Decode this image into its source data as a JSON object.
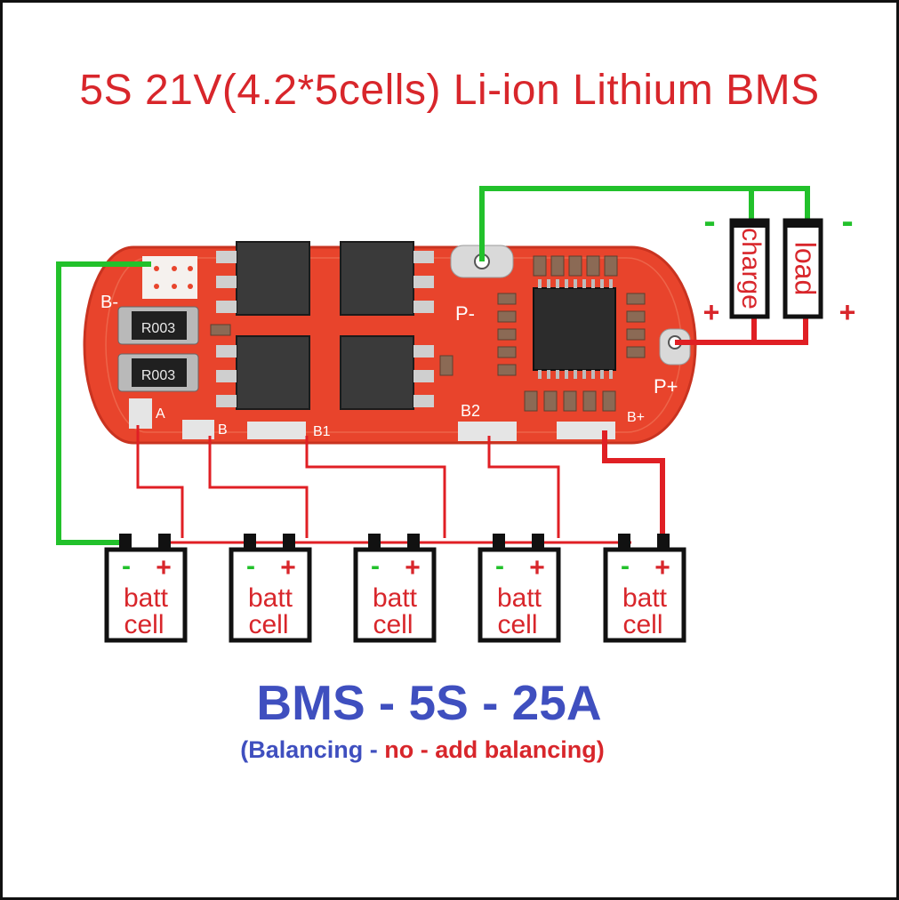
{
  "title": "5S 21V(4.2*5cells) Li-ion Lithium BMS",
  "board": {
    "pads": {
      "b_minus": "B-",
      "a": "A",
      "b": "B",
      "b1": "B1",
      "b2": "B2",
      "b_plus": "B+",
      "p_minus": "P-",
      "p_plus": "P+"
    },
    "resistor_code": "R003"
  },
  "outputs": {
    "charge_label": "charge",
    "load_label": "load",
    "minus": "-",
    "plus": "+"
  },
  "cells": [
    {
      "line1": "batt",
      "line2": "cell",
      "minus": "-",
      "plus": "+"
    },
    {
      "line1": "batt",
      "line2": "cell",
      "minus": "-",
      "plus": "+"
    },
    {
      "line1": "batt",
      "line2": "cell",
      "minus": "-",
      "plus": "+"
    },
    {
      "line1": "batt",
      "line2": "cell",
      "minus": "-",
      "plus": "+"
    },
    {
      "line1": "batt",
      "line2": "cell",
      "minus": "-",
      "plus": "+"
    }
  ],
  "footer": {
    "main": "BMS - 5S - 25A",
    "note_a": "(Balancing -",
    "note_b": "no - add balancing)"
  },
  "colors": {
    "title": "#d8262b",
    "footer_main": "#3f4fbf",
    "wire_green": "#22c12b",
    "wire_red": "#e01f24",
    "pcb": "#e8442c"
  }
}
